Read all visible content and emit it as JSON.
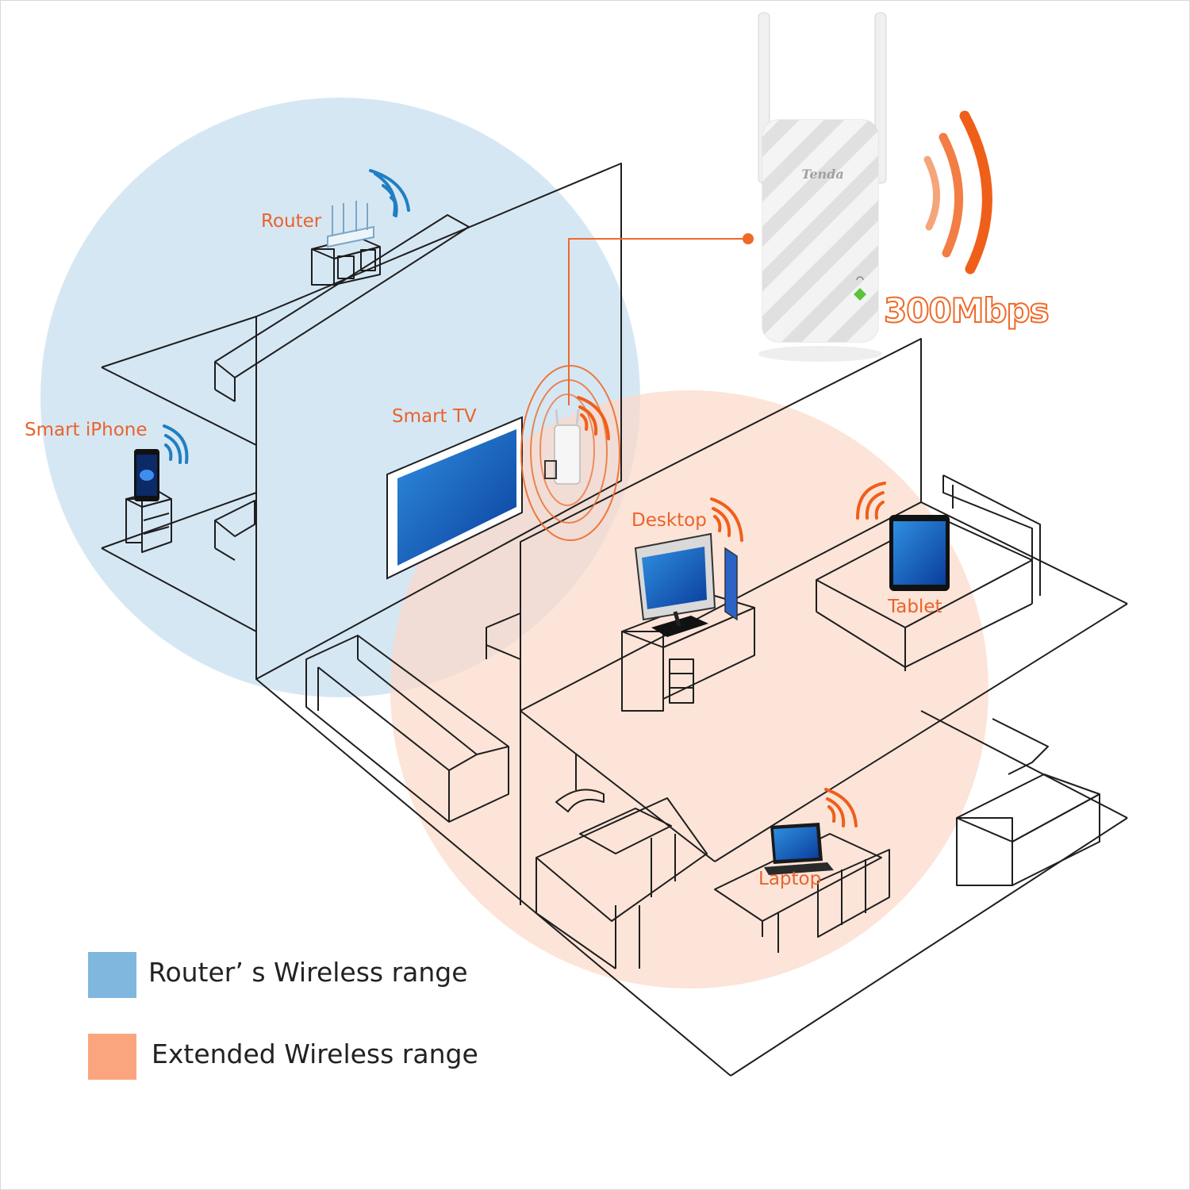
{
  "colors": {
    "router_range": "#cfe3f2",
    "extended_range": "#fcd9c8",
    "accent_orange": "#ef6a2a",
    "label_orange": "#e8642c",
    "wifi_blue": "#1f7fc2",
    "swatch_blue": "#7fb7de",
    "swatch_orange": "#fba57f",
    "line": "#1e1e1e"
  },
  "labels": {
    "router": "Router",
    "smart_iphone": "Smart iPhone",
    "smart_tv": "Smart TV",
    "desktop": "Desktop",
    "tablet": "Tablet",
    "laptop": "Laptop"
  },
  "extender": {
    "brand": "Tenda",
    "speed": "300Mbps"
  },
  "legend": [
    {
      "label": "Router’ s Wireless range",
      "color": "#7fb7de"
    },
    {
      "label": "Extended Wireless range",
      "color": "#fba57f"
    }
  ],
  "icons": [
    "wifi-signal-icon",
    "router-icon",
    "smartphone-icon",
    "tv-icon",
    "desktop-monitor-icon",
    "tablet-icon",
    "laptop-icon",
    "range-extender-icon"
  ]
}
